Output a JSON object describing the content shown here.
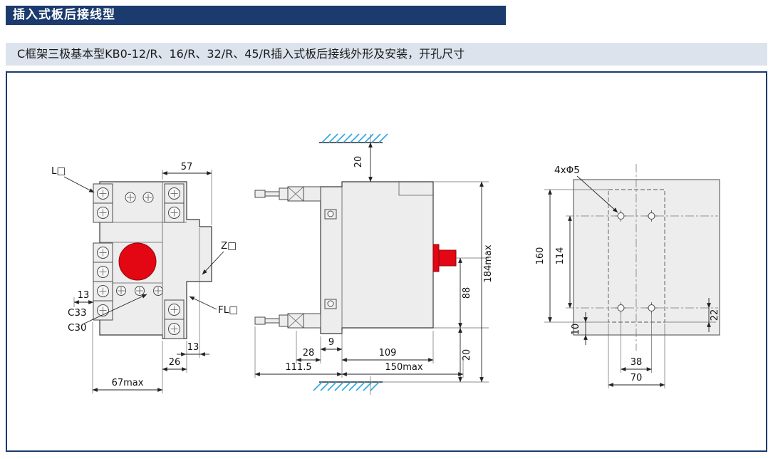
{
  "colors": {
    "header_bg": "#1b3a6d",
    "subtitle_bg": "#dce3ec",
    "frame_border": "#1c3a6e",
    "accent_red": "#e30613",
    "hatch_blue": "#2fa8df"
  },
  "header": {
    "title": "插入式板后接线型"
  },
  "subtitle": {
    "text": "C框架三极基本型KB0-12/R、16/R、32/R、45/R插入式板后接线外形及安装，开孔尺寸"
  },
  "front_view": {
    "label_l": "L□",
    "label_z": "Z□",
    "label_fl": "FL□",
    "label_c33": "C33",
    "label_c30": "C30",
    "dim_57": "57",
    "dim_13_left": "13",
    "dim_13_bottom": "13",
    "dim_26": "26",
    "dim_67max": "67max"
  },
  "side_view": {
    "dim_20_top": "20",
    "dim_9": "9",
    "dim_28": "28",
    "dim_109": "109",
    "dim_111_5": "111.5",
    "dim_150max": "150max",
    "dim_88": "88",
    "dim_20_bottom": "20",
    "dim_184max": "184max"
  },
  "drill_view": {
    "label_holes": "4xΦ5",
    "dim_160": "160",
    "dim_114": "114",
    "dim_10": "10",
    "dim_22": "22",
    "dim_38": "38",
    "dim_70": "70"
  }
}
